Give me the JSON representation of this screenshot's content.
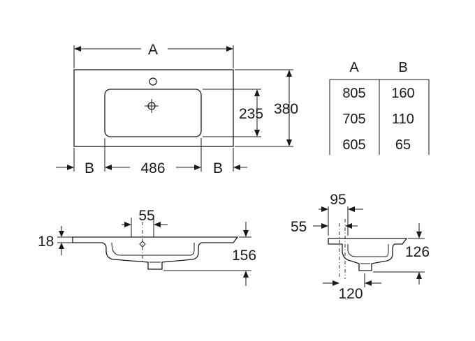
{
  "top_view": {
    "width_label": "A",
    "depth_label": "380",
    "bowl_depth_label": "235",
    "bowl_width_label": "486",
    "side_left_label": "B",
    "side_right_label": "B"
  },
  "size_table": {
    "headers": [
      "A",
      "B"
    ],
    "rows": [
      [
        "805",
        "160"
      ],
      [
        "705",
        "110"
      ],
      [
        "605",
        "65"
      ]
    ]
  },
  "front_section": {
    "rim_thickness_label": "18",
    "offset_label": "55",
    "height_label": "156"
  },
  "side_section": {
    "top_offset_label": "95",
    "left_offset_label": "55",
    "height_label": "126",
    "depth_label": "120"
  }
}
